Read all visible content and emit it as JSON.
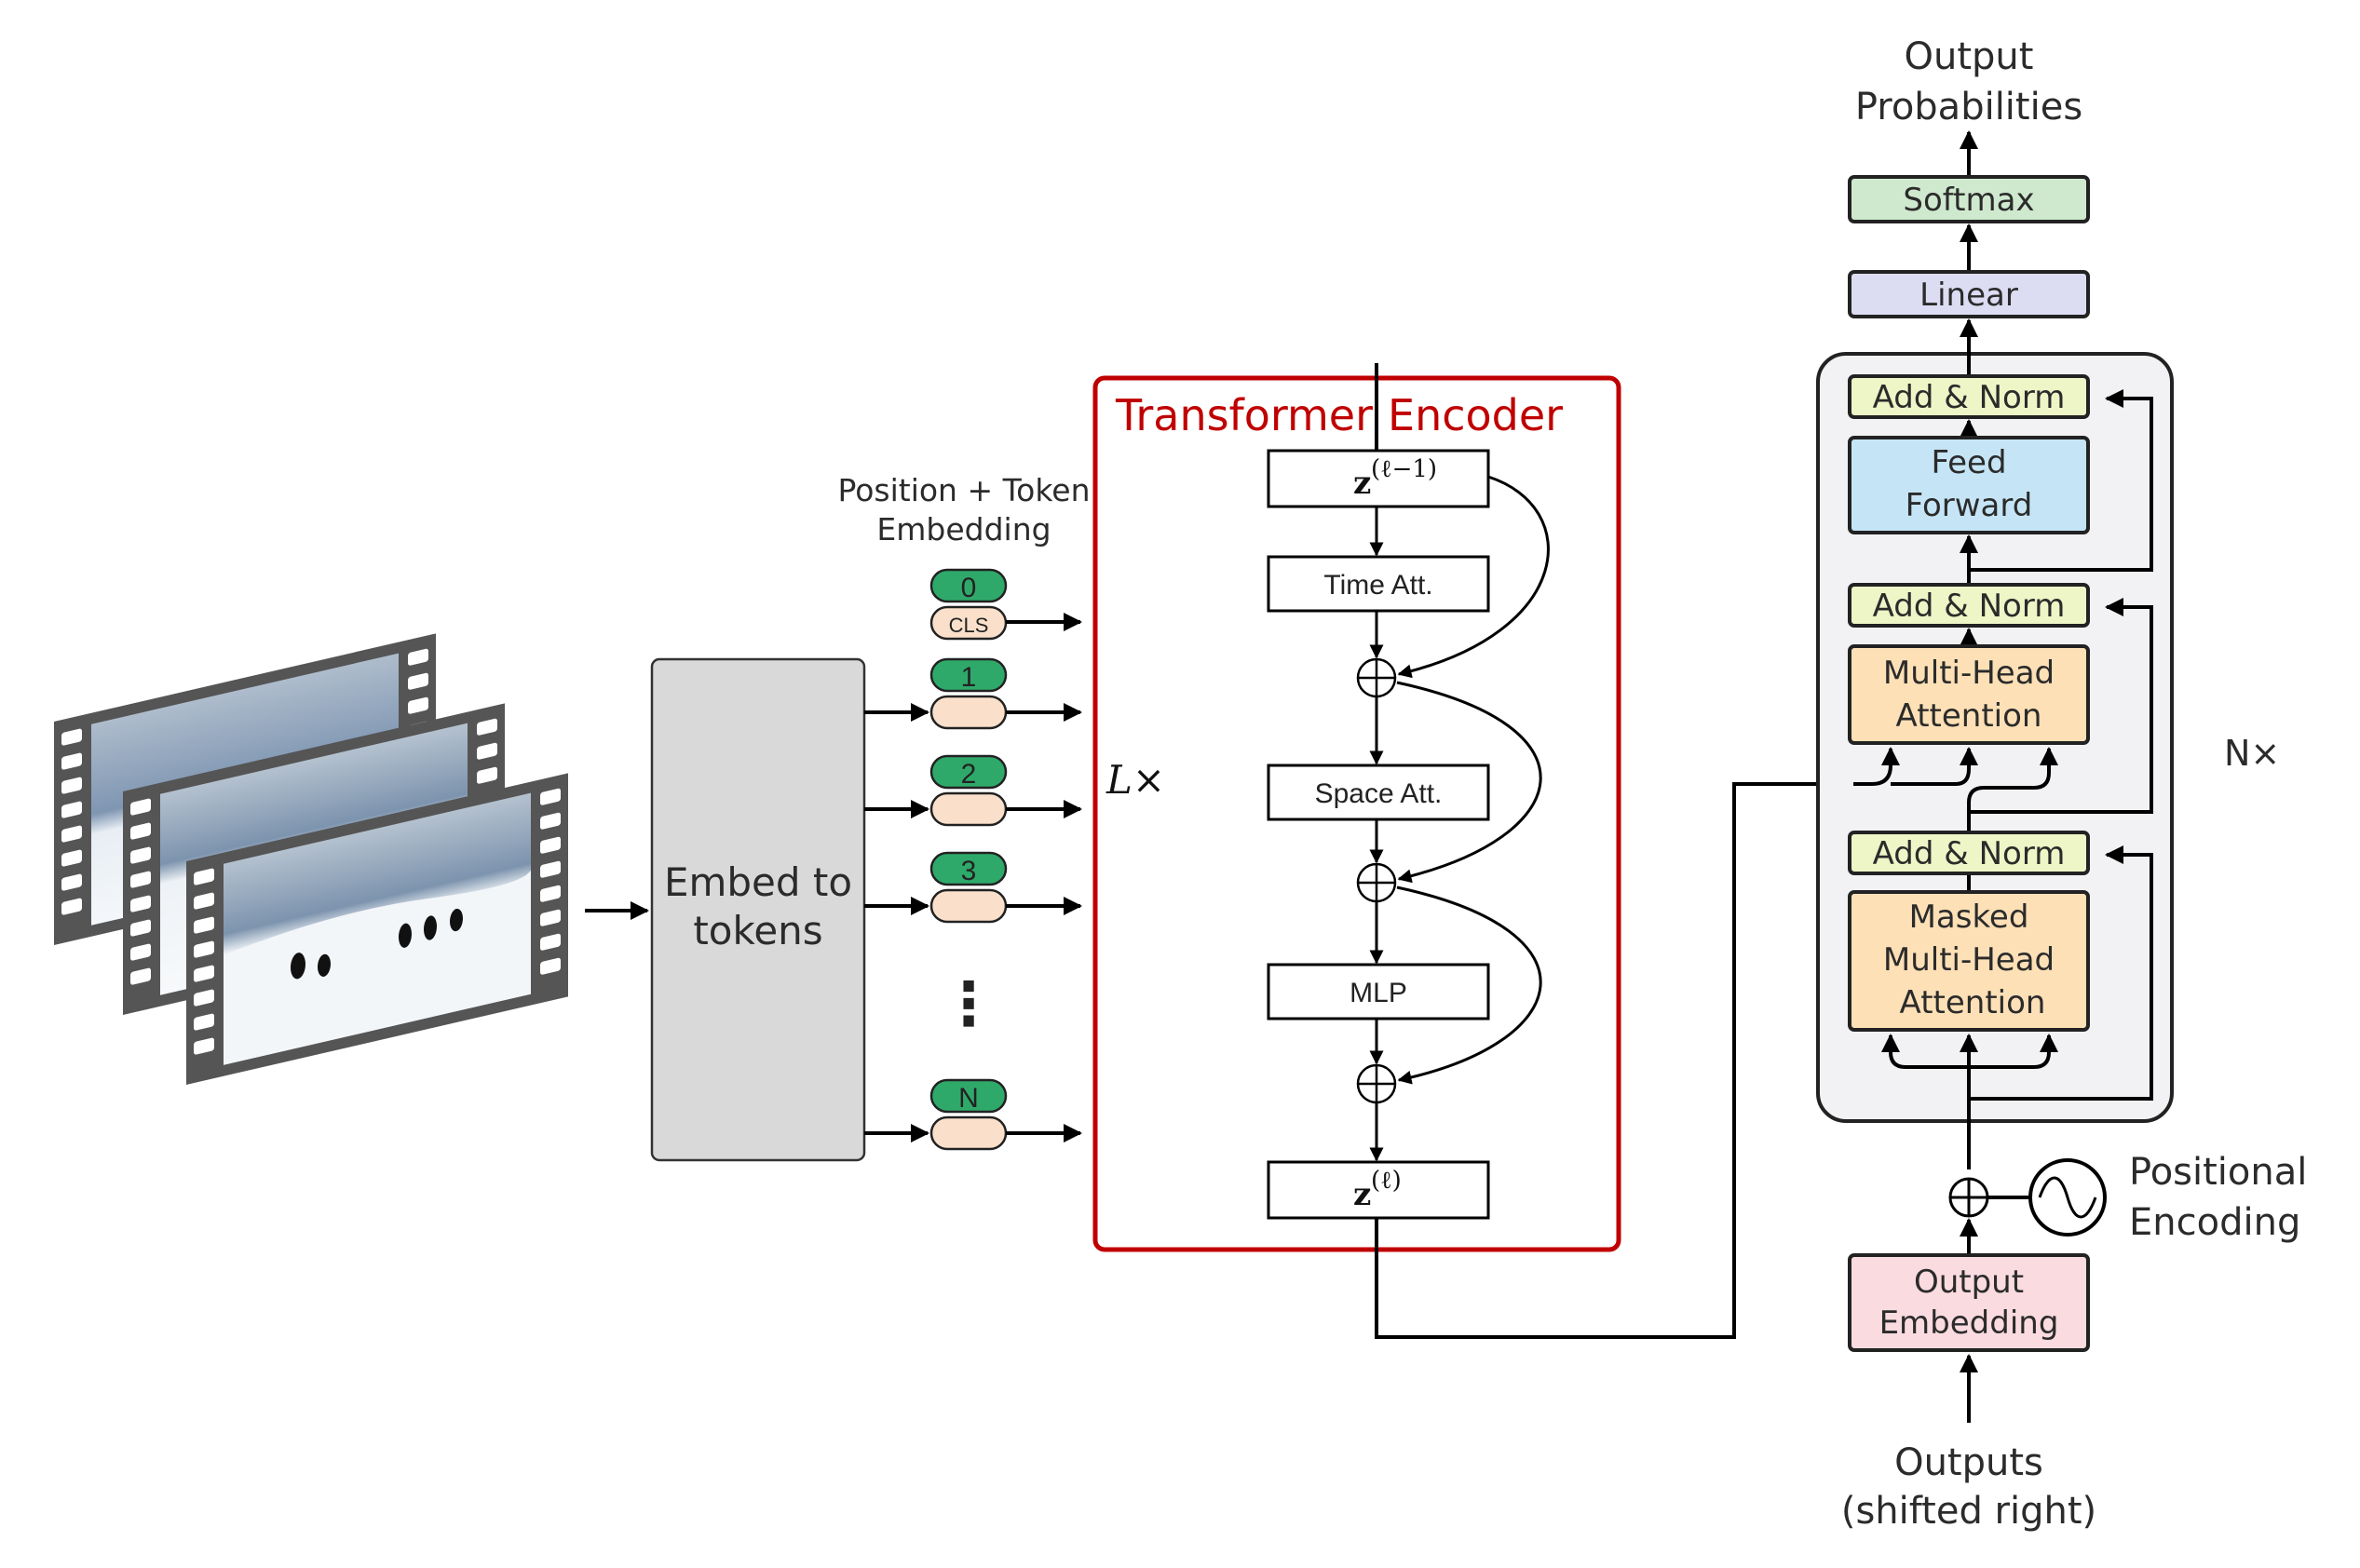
{
  "left": {
    "embed_block": {
      "line1": "Embed to",
      "line2": "tokens"
    },
    "embedding_label": {
      "line1": "Position + Token",
      "line2": "Embedding"
    },
    "tokens": [
      {
        "index": "0",
        "tag": "CLS"
      },
      {
        "index": "1"
      },
      {
        "index": "2"
      },
      {
        "index": "3"
      },
      {
        "index": "N"
      }
    ],
    "ellipsis": "⋮"
  },
  "encoder": {
    "title_part1": "Transformer",
    "title_part2": "Encoder",
    "repeat_label": "L×",
    "input": {
      "base": "z",
      "sup": "(ℓ−1)"
    },
    "time_att": "Time Att.",
    "space_att": "Space Att.",
    "mlp": "MLP",
    "output": {
      "base": "z",
      "sup": "(ℓ)"
    }
  },
  "decoder": {
    "output_label": {
      "line1": "Output",
      "line2": "Probabilities"
    },
    "softmax": "Softmax",
    "linear": "Linear",
    "add_norm": "Add & Norm",
    "feed_forward": {
      "line1": "Feed",
      "line2": "Forward"
    },
    "mha": {
      "line1": "Multi-Head",
      "line2": "Attention"
    },
    "masked_mha": {
      "line1": "Masked",
      "line2": "Multi-Head",
      "line3": "Attention"
    },
    "repeat_label": "N×",
    "positional": {
      "line1": "Positional",
      "line2": "Encoding"
    },
    "output_embedding": {
      "line1": "Output",
      "line2": "Embedding"
    },
    "outputs": {
      "line1": "Outputs",
      "line2": "(shifted right)"
    }
  },
  "colors": {
    "encoder_border": "#c00000",
    "token_green": "#2fa96a",
    "token_peach": "#fae0cb",
    "softmax": "#cfe9cf",
    "linear": "#dcdcf2",
    "add_norm": "#eef5c6",
    "feed_forward": "#c5e5f6",
    "attention": "#fde0b6",
    "output_embedding": "#fadbe0",
    "decoder_bg": "#f2f2f4",
    "embed_block": "#d9d9d9"
  }
}
